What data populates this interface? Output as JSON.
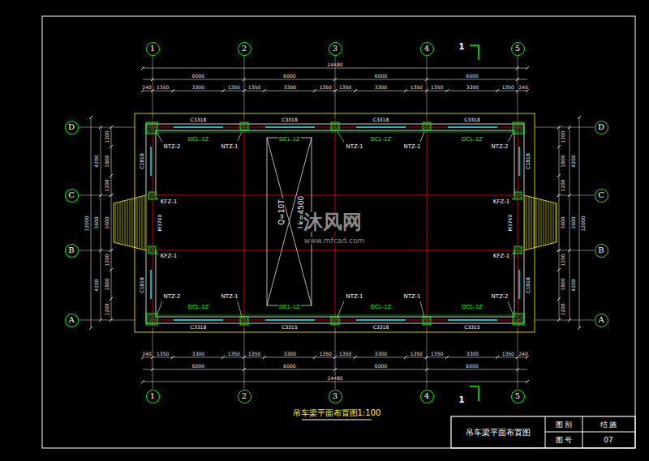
{
  "diagram": {
    "caption": "吊车梁平面布置图1:100",
    "nodes": [
      {
        "text": [
          "1"
        ]
      },
      {
        "text": [
          "2"
        ]
      },
      {
        "text": [
          "3"
        ]
      },
      {
        "text": [
          "4"
        ]
      },
      {
        "text": [
          "5"
        ]
      },
      {
        "text": [
          "D"
        ]
      },
      {
        "text": [
          "D"
        ]
      },
      {
        "text": [
          "C"
        ]
      },
      {
        "text": [
          "C"
        ]
      },
      {
        "text": [
          "B"
        ]
      },
      {
        "text": [
          "B"
        ]
      },
      {
        "text": [
          "A"
        ]
      },
      {
        "text": [
          "A"
        ]
      },
      {
        "text": [
          "1"
        ]
      },
      {
        "text": [
          "2"
        ]
      },
      {
        "text": [
          "3"
        ]
      },
      {
        "text": [
          "4"
        ]
      },
      {
        "text": [
          "5"
        ]
      }
    ],
    "labels": [
      "24480",
      "6000",
      "6000",
      "6000",
      "6000",
      "240",
      "1350",
      "3300",
      "1350",
      "1350",
      "3300",
      "1350",
      "1350",
      "3300",
      "1350",
      "1350",
      "3300",
      "1350",
      "240",
      "240",
      "1350",
      "3300",
      "1350",
      "1350",
      "3300",
      "1350",
      "1350",
      "3300",
      "1350",
      "1350",
      "3300",
      "1350",
      "240",
      "6000",
      "6000",
      "6000",
      "6000",
      "24480",
      "12000",
      "4200",
      "3600",
      "4200",
      "1200",
      "1800",
      "1200",
      "3600",
      "1200",
      "1800",
      "1200",
      "12000",
      "4200",
      "3600",
      "4200",
      "1200",
      "1800",
      "1200",
      "3600",
      "1200",
      "1800",
      "1200",
      "C3318",
      "C3318",
      "C3318",
      "C3318",
      "C3318",
      "C3315",
      "C3318",
      "C3315",
      "C1818",
      "C1818",
      "C1818",
      "C1818",
      "M3740",
      "M3740",
      "DCL-1Z",
      "DCL-1Z",
      "DCL-1Z",
      "DCL-1Z",
      "DCL-1Z",
      "DCL-1Z",
      "DCL-1Z",
      "DCL-1Z",
      "NTZ-2",
      "NTZ-1",
      "NTZ-1",
      "NTZ-1",
      "NTZ-2",
      "NTZ-2",
      "NTZ-1",
      "NTZ-1",
      "NTZ-1",
      "NTZ-2",
      "KFZ-1",
      "KFZ-1",
      "KFZ-1",
      "KFZ-1",
      "Q=10T",
      "Lk=4500",
      "1",
      "1",
      "沐风网",
      "www.mfcad.com",
      "吊车梁平面布置图",
      "图 别",
      "结 施",
      "图 号",
      "07"
    ]
  }
}
